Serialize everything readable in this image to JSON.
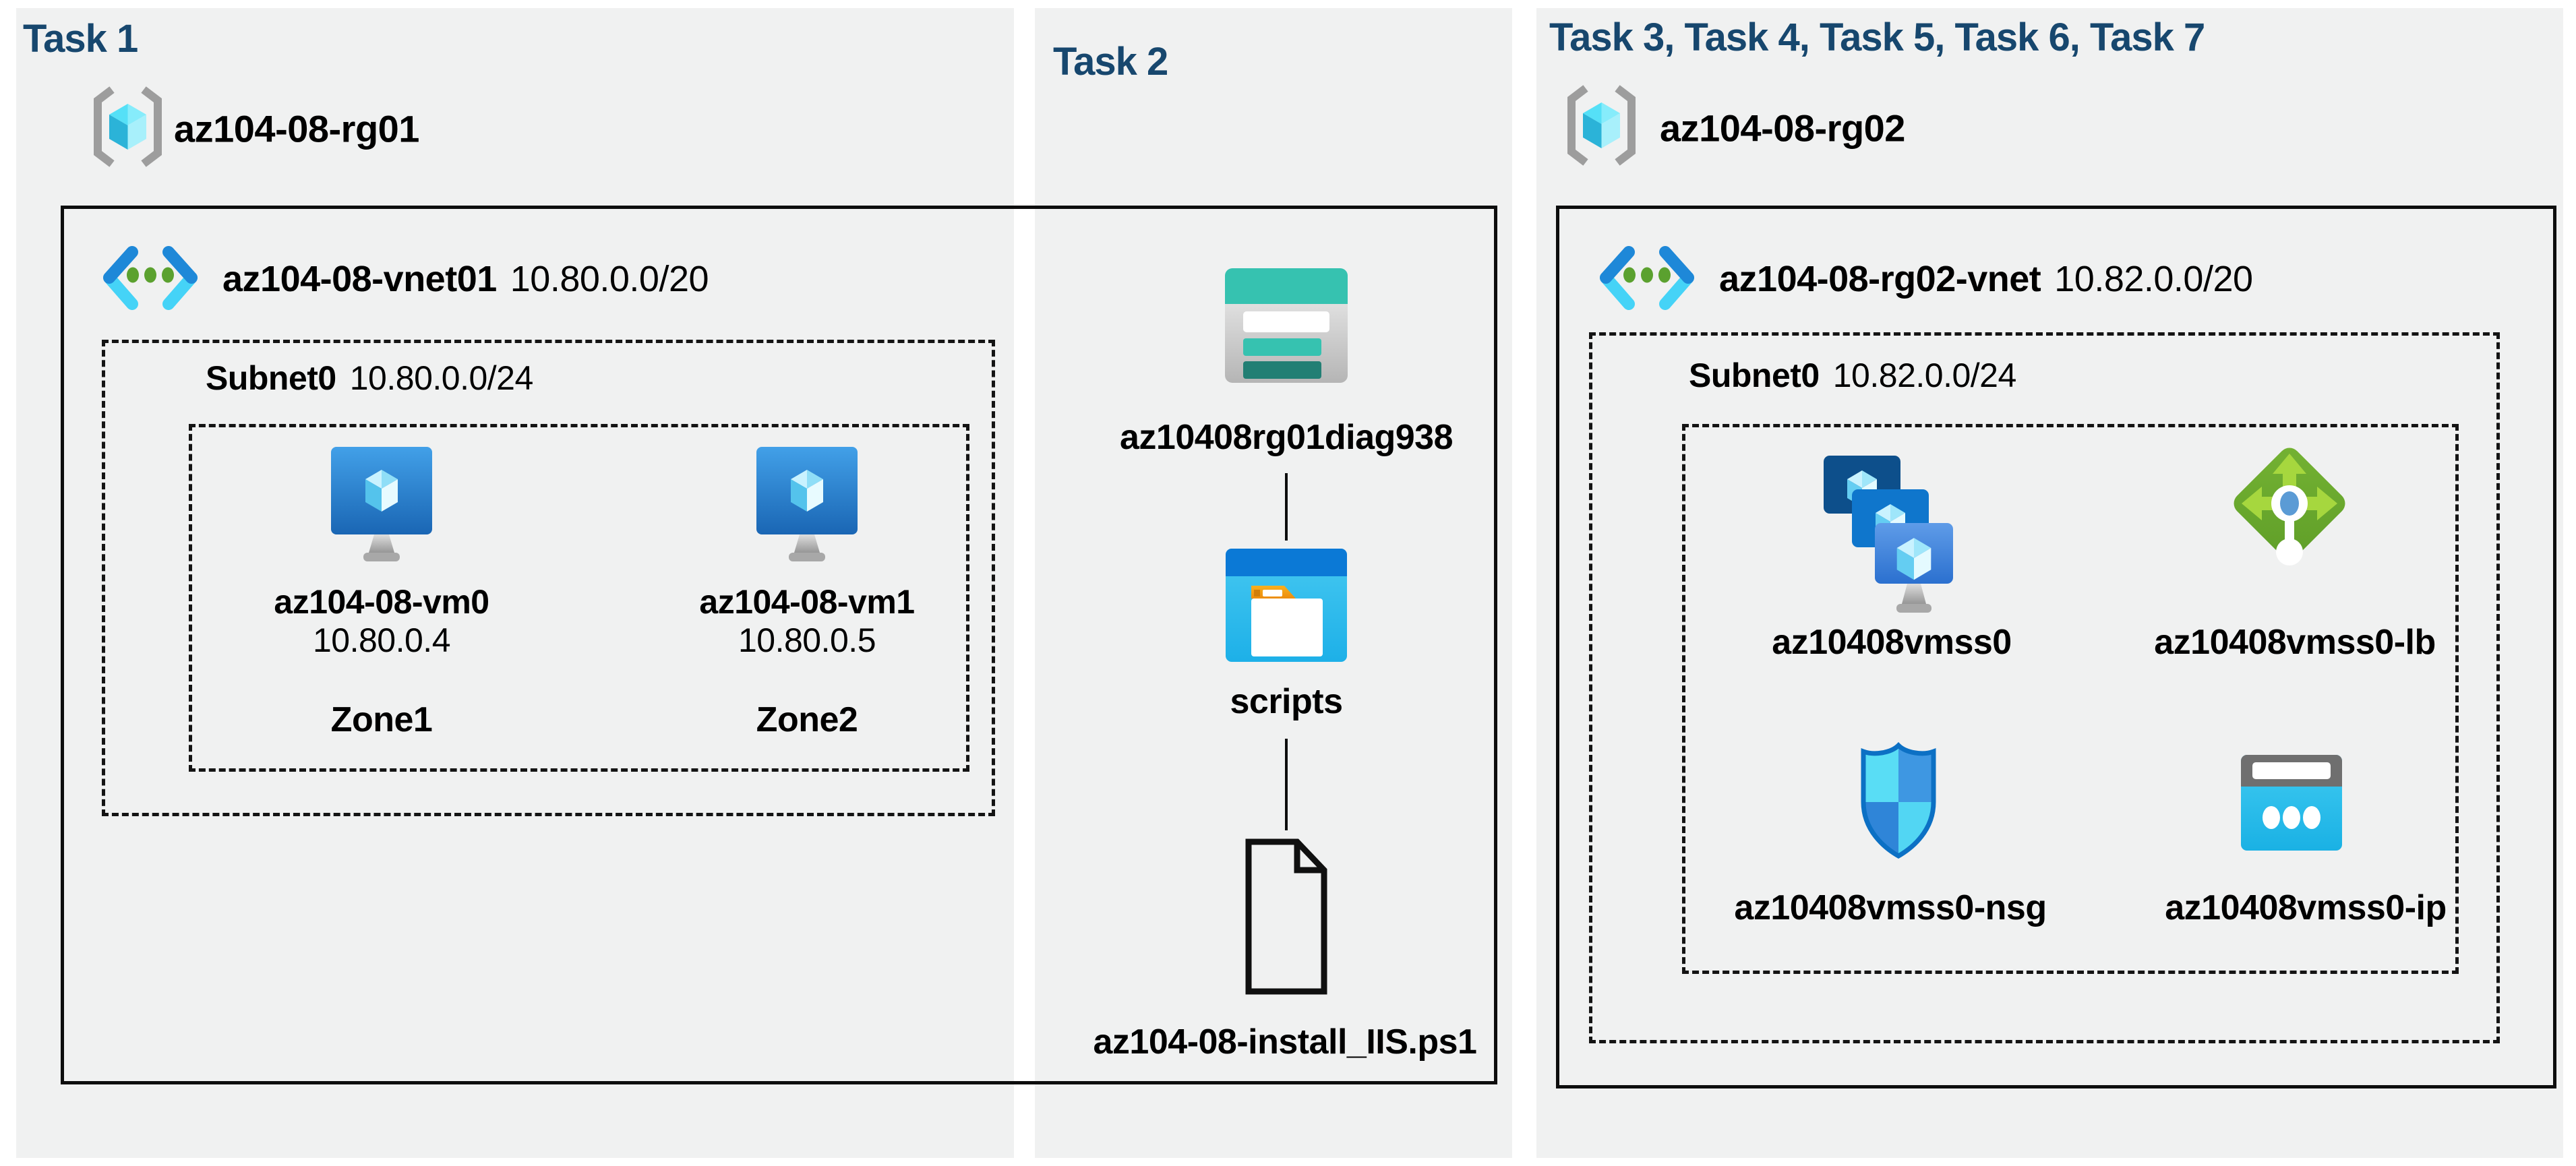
{
  "colors": {
    "title_navy": "#17476e",
    "panel_bg": "#f0f1f1",
    "line_black": "#0d0d0d",
    "azure_blue": "#1e88d8",
    "azure_cyan": "#50e6ff",
    "vm_monitor_blue": "#2a7ec9",
    "storage_teal": "#36c2b0",
    "storage_teal_dark": "#227f74",
    "container_blue": "#0b79d6",
    "folder_orange": "#ee8d0e",
    "lb_green": "#5f9e28",
    "lb_arrow_green": "#a6d73e",
    "vnet_dot_green": "#5ba12f",
    "nsg_border_blue": "#0c70c4",
    "ip_gray": "#6f6f6f"
  },
  "p1": {
    "title": "Task 1",
    "rg_name": "az104-08-rg01",
    "vnet_name": "az104-08-vnet01",
    "vnet_cidr": "10.80.0.0/20",
    "subnet_name": "Subnet0",
    "subnet_cidr": "10.80.0.0/24",
    "vm0_name": "az104-08-vm0",
    "vm0_ip": "10.80.0.4",
    "vm0_zone": "Zone1",
    "vm1_name": "az104-08-vm1",
    "vm1_ip": "10.80.0.5",
    "vm1_zone": "Zone2"
  },
  "p2": {
    "title": "Task 2",
    "storage_account": "az10408rg01diag938",
    "container": "scripts",
    "script_file": "az104-08-install_IIS.ps1"
  },
  "p3": {
    "title": "Task 3, Task 4, Task 5, Task 6, Task 7",
    "rg_name": "az104-08-rg02",
    "vnet_name": "az104-08-rg02-vnet",
    "vnet_cidr": "10.82.0.0/20",
    "subnet_name": "Subnet0",
    "subnet_cidr": "10.82.0.0/24",
    "vmss_name": "az10408vmss0",
    "lb_name": "az10408vmss0-lb",
    "nsg_name": "az10408vmss0-nsg",
    "pip_name": "az10408vmss0-ip"
  },
  "icons": {
    "resource_group": "gray-brackets-cyan-cube",
    "virtual_network": "blue-angle-brackets-green-dots",
    "virtual_machine": "blue-monitor-cyan-cube",
    "storage_account": "teal-striped-box",
    "blob_container": "blue-window-white-folder",
    "script_file": "outlined-document-folded-corner",
    "vm_scale_set": "three-stacked-blue-monitors",
    "load_balancer": "green-diamond-arrows",
    "network_security_group": "blue-quadrant-shield",
    "public_ip": "cyan-browser-three-dots"
  }
}
